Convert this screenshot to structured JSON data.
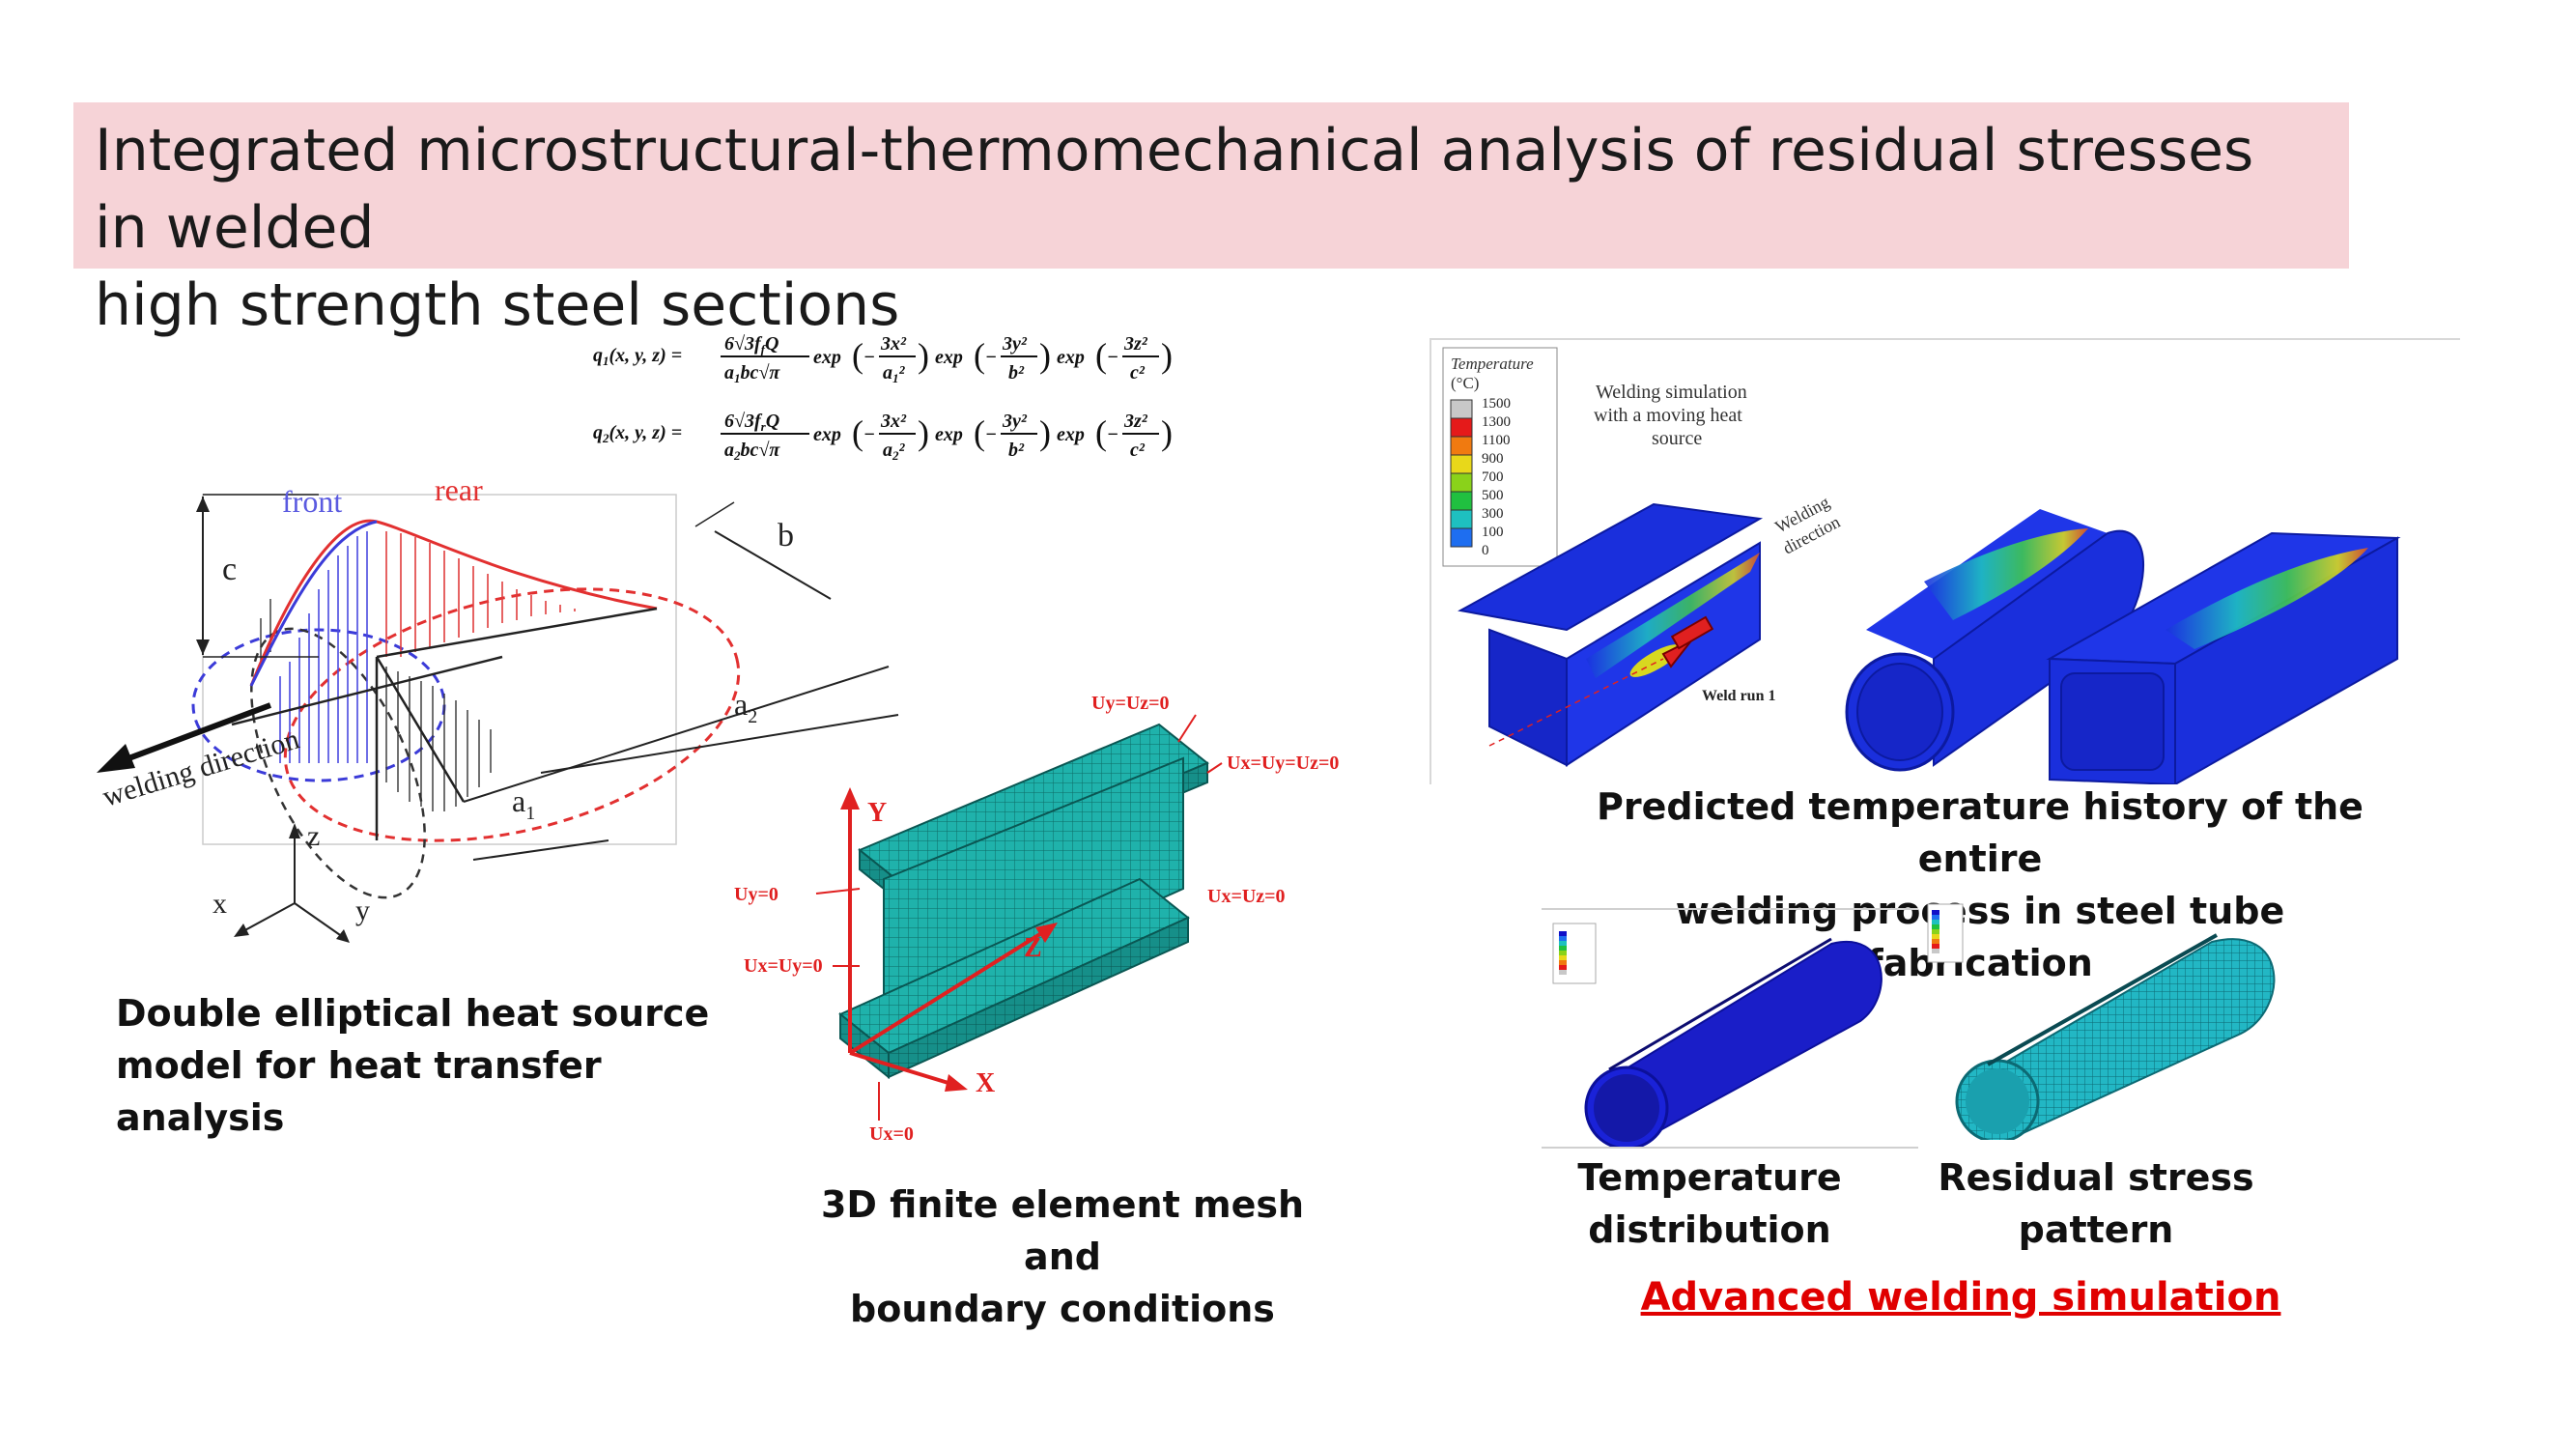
{
  "slide": {
    "title_line1": "Integrated microstructural-thermomechanical analysis of residual stresses in welded",
    "title_line2": "high strength steel sections"
  },
  "equations": {
    "q1": "q₁(x, y, z) = (6√3 f_f Q) / (a₁ b c √π) · exp(−3x²/a₁²) · exp(−3y²/b²) · exp(−3z²/c²)",
    "q2": "q₂(x, y, z) = (6√3 f_r Q) / (a₂ b c √π) · exp(−3x²/a₂²) · exp(−3y²/b²) · exp(−3z²/c²)"
  },
  "heat_source_figure": {
    "front": "front",
    "rear": "rear",
    "c": "c",
    "b": "b",
    "a1": "a",
    "a1_sub": "1",
    "a2": "a",
    "a2_sub": "2",
    "welding_direction": "welding direction",
    "axis_x": "x",
    "axis_y": "y",
    "axis_z": "z"
  },
  "mesh_figure": {
    "uy_uz": "Uy=Uz=0",
    "ux_uy_uz": "Ux=Uy=Uz=0",
    "ux_uz": "Ux=Uz=0",
    "uy": "Uy=0",
    "ux_uy": "Ux=Uy=0",
    "ux": "Ux=0",
    "axis_Y": "Y",
    "axis_Z": "Z",
    "axis_X": "X"
  },
  "temperature_figure": {
    "legend_title": "Temperature",
    "legend_unit": "(°C)",
    "legend_values": [
      "1500",
      "1300",
      "1100",
      "900",
      "700",
      "500",
      "300",
      "100",
      "0"
    ],
    "legend_colors": [
      "#c8c8c8",
      "#e51a1a",
      "#f07a10",
      "#e8d81a",
      "#8ad21a",
      "#20c040",
      "#1ec0c0",
      "#1e6ef0",
      "#1010c8"
    ],
    "note_line1": "Welding simulation",
    "note_line2": "with a moving heat",
    "note_line3": "source",
    "welding_direction_1": "Welding",
    "welding_direction_2": "direction",
    "weld_run": "Weld run 1"
  },
  "captions": {
    "heat_source_1": "Double elliptical heat source",
    "heat_source_2": "model for heat transfer",
    "heat_source_3": "analysis",
    "mesh_1": "3D finite element mesh and",
    "mesh_2": "boundary conditions",
    "temp_history_1": "Predicted temperature history of the entire",
    "temp_history_2": "welding process in steel tube fabrication",
    "temp_dist_1": "Temperature",
    "temp_dist_2": "distribution",
    "residual_1": "Residual stress",
    "residual_2": "pattern",
    "advanced": "Advanced welding simulation"
  },
  "colors": {
    "title_bg": "#f6d3d7",
    "accent_red": "#e00000",
    "mesh_teal": "#1aa9a3",
    "sim_blue": "#1626d6"
  }
}
